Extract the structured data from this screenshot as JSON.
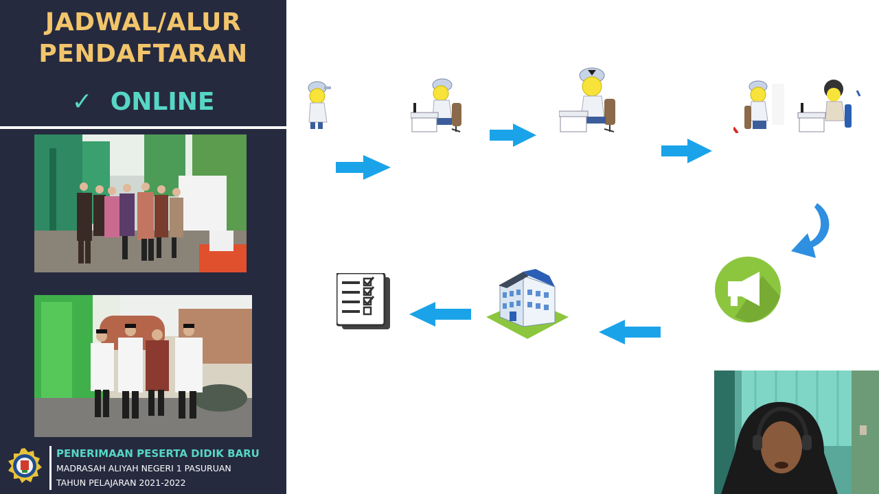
{
  "sidebar": {
    "title_line1": "JADWAL/ALUR",
    "title_line2": "PENDAFTARAN",
    "check_mark": "✓",
    "online_label": "ONLINE",
    "footer": {
      "line1": "PENERIMAAN PESERTA DIDIK BARU",
      "line2": "MADRASAH ALIYAH NEGERI 1 PASURUAN",
      "line3": "TAHUN PELAJARAN 2021-2022"
    }
  },
  "flow": {
    "icons": [
      "student-icon",
      "student-at-computer-icon",
      "operator-at-computer-icon",
      "verification-desk-icon",
      "announcement-megaphone-icon",
      "school-building-icon",
      "checklist-icon"
    ],
    "arrow_color": "#1aa3e8"
  },
  "colors": {
    "sidebar_bg": "#262a3f",
    "title_gold": "#f2c56b",
    "accent_teal": "#57d6c6",
    "megaphone_green": "#8cc63f"
  }
}
